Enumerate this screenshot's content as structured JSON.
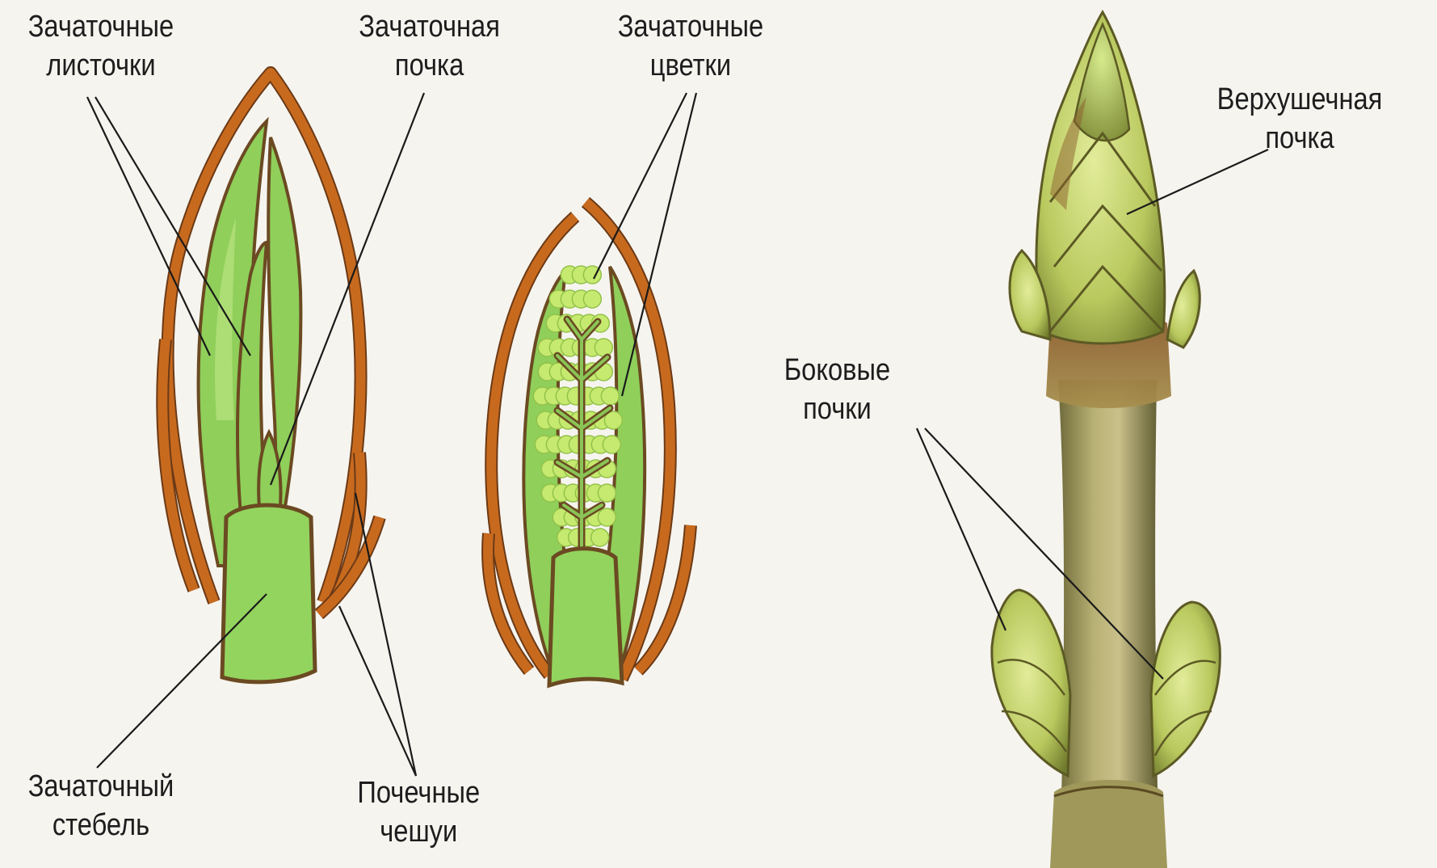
{
  "labels": {
    "primordial_leaves": [
      "Зачаточные",
      "листочки"
    ],
    "primordial_bud": [
      "Зачаточная",
      "почка"
    ],
    "primordial_flowers": [
      "Зачаточные",
      "цветки"
    ],
    "primordial_stem": [
      "Зачаточный",
      "стебель"
    ],
    "bud_scales": [
      "Почечные",
      "чешуи"
    ],
    "terminal_bud": [
      "Верхушечная",
      "почка"
    ],
    "lateral_buds": [
      "Боковые",
      "почки"
    ]
  },
  "colors": {
    "background": "#f6f4ef",
    "scale_orange": "#c86a1e",
    "outline_brown": "#6b3a16",
    "leaf_green": "#8fcf5a",
    "flower_yellow_green": "#c6ea6f",
    "twig_olive": "#a8a063"
  }
}
